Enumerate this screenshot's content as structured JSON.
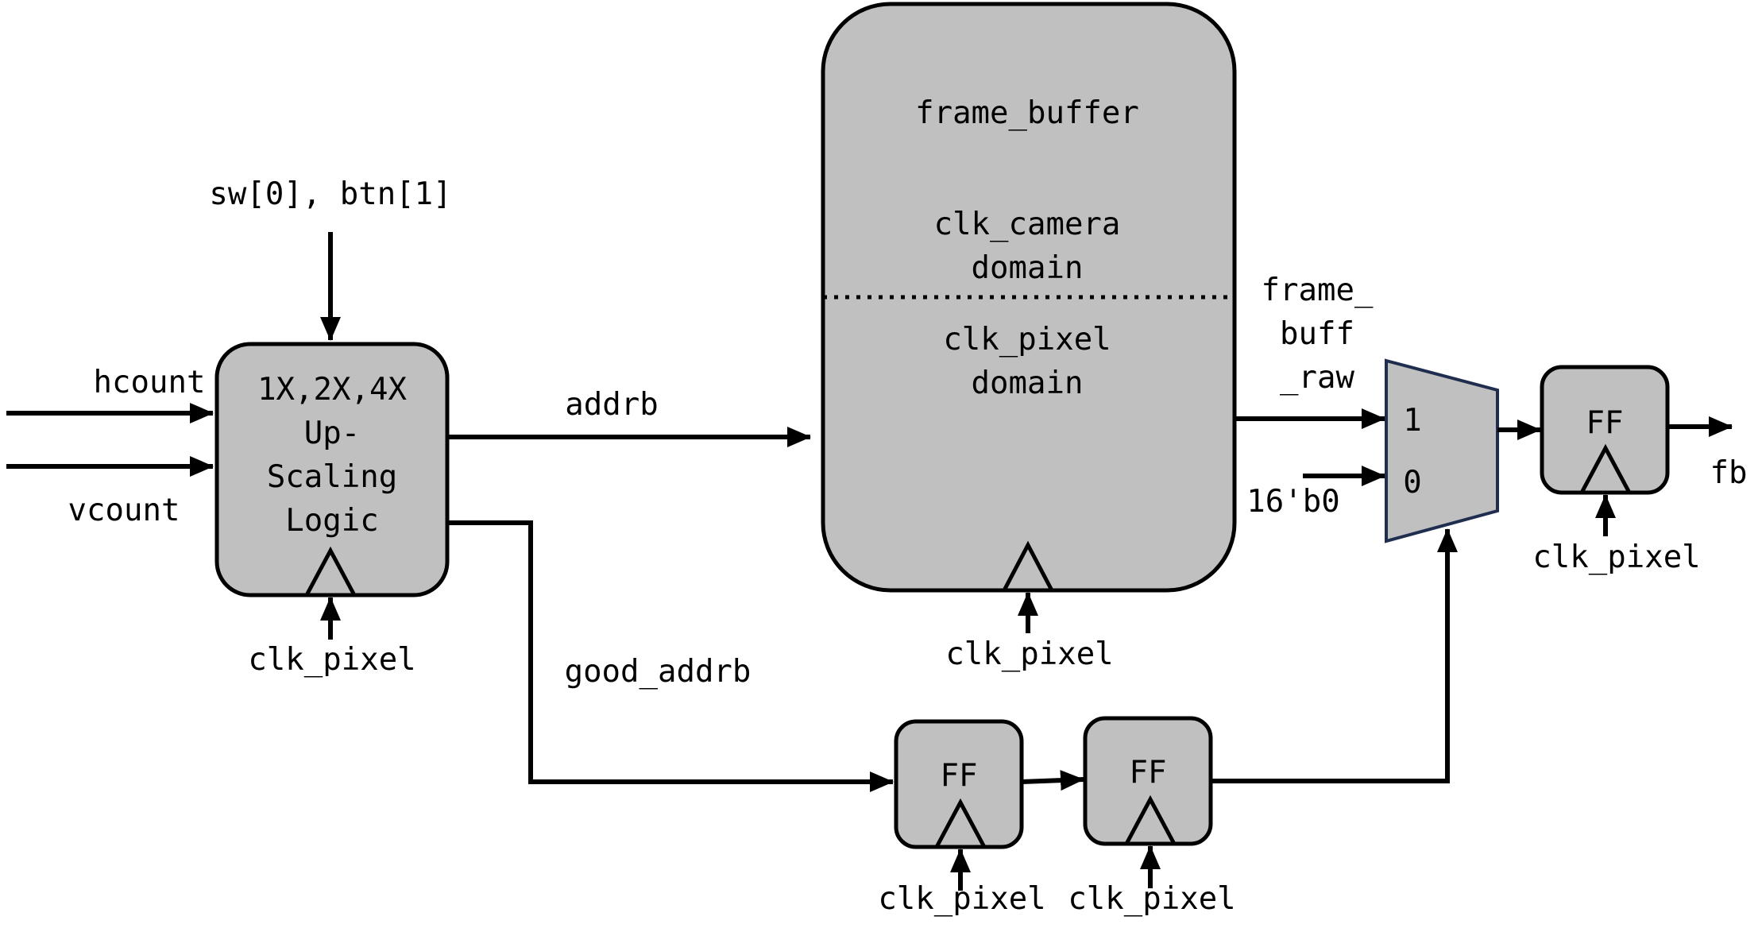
{
  "labels": {
    "sw_btn": "sw[0], btn[1]",
    "hcount": "hcount",
    "vcount": "vcount",
    "upscale_line1": "1X,2X,4X",
    "upscale_line2": "Up-",
    "upscale_line3": "Scaling",
    "upscale_line4": "Logic",
    "addrb": "addrb",
    "good_addrb": "good_addrb",
    "frame_buffer": "frame_buffer",
    "clk_camera": "clk_camera",
    "domain_top": "domain",
    "clk_pixel_inner": "clk_pixel",
    "domain_bottom": "domain",
    "frame_buff_raw_1": "frame_",
    "frame_buff_raw_2": "buff",
    "frame_buff_raw_3": "_raw",
    "mux_in1": "1",
    "mux_in0": "0",
    "const_16b0": "16'b0",
    "ff_out": "FF",
    "ff_1": "FF",
    "ff_2": "FF",
    "fb": "fb",
    "clk_upscale": "clk_pixel",
    "clk_fb": "clk_pixel",
    "clk_ff_out": "clk_pixel",
    "clk_ff_1": "clk_pixel",
    "clk_ff_2": "clk_pixel"
  }
}
